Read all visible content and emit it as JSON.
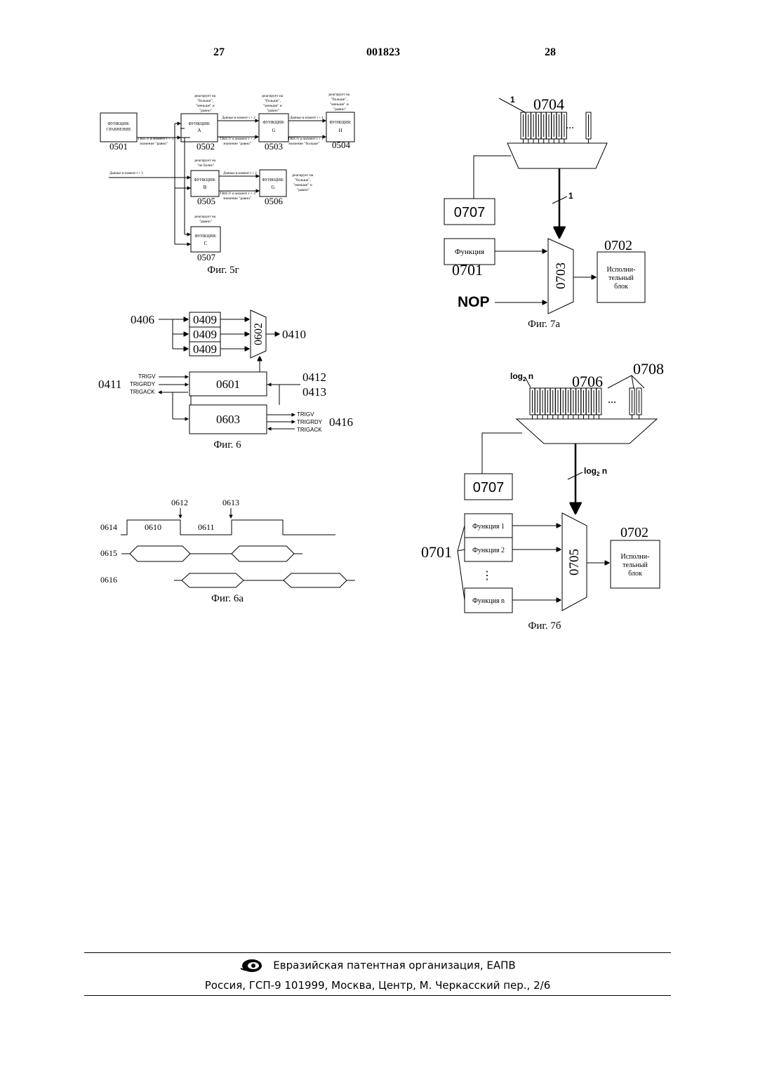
{
  "header": {
    "left_page": "27",
    "doc_number": "001823",
    "right_page": "28"
  },
  "fig5g": {
    "caption": "Фиг. 5г",
    "b0501_text1": "ФУНКЦИЯ:",
    "b0501_text2": "СРАВНЕНИЕ",
    "b0501_id": "0501",
    "bA_text1": "ФУНКЦИЯ:",
    "bA_text2": "A",
    "bA_id": "0502",
    "bG1_text1": "ФУНКЦИЯ:",
    "bG1_text2": "G",
    "bG1_id": "0503",
    "bH_text1": "ФУНКЦИЯ:",
    "bH_text2": "H",
    "bH_id": "0504",
    "bB_text1": "ФУНКЦИЯ:",
    "bB_text2": "B",
    "bB_id": "0505",
    "bG2_text1": "ФУНКЦИЯ:",
    "bG2_text2": "G",
    "bG2_id": "0506",
    "bC_text1": "ФУНКЦИЯ:",
    "bC_text2": "C",
    "bC_id": "0507",
    "noteA": [
      "реагирует на",
      "\"больше\",",
      "\"меньше\" и",
      "\"равно\""
    ],
    "noteG1": [
      "реагирует на",
      "\"больше\",",
      "\"меньше\" и",
      "\"равно\""
    ],
    "noteH": [
      "реагирует на",
      "\"больше\",",
      "\"меньше\" и",
      "\"равно\""
    ],
    "noteB": [
      "реагирует на",
      "\"не более\""
    ],
    "noteG2": [
      "реагирует на",
      "\"больше\",",
      "\"меньше\" и",
      "\"равно\""
    ],
    "noteC": [
      "реагирует на",
      "\"равно\""
    ],
    "trig_main": [
      "TRIGV в момент t + 3",
      "значение \"равно\""
    ],
    "data_AG": "Данные в момент t + 2",
    "trig_AG": [
      "TRIGV в момент t + 2",
      "значение \"равно\""
    ],
    "data_GH": "Данные в момент t + 1",
    "trig_GH": [
      "TRIGV в момент t + 1",
      "значение \"больше\""
    ],
    "data_in": "Данные в момент t + 3",
    "data_BG": "Данные в момент t + 2",
    "trig_BG": [
      "TRIGV в момент t + 2",
      "значение \"равно\""
    ]
  },
  "fig6": {
    "caption": "Фиг. 6",
    "in_label": "0406",
    "reg": "0409",
    "mux": "0602",
    "out_label": "0410",
    "ctrl_left": "0411",
    "box1": "0601",
    "box2": "0603",
    "right1": "0412",
    "right2": "0413",
    "right3": "0416",
    "sig": [
      "TRIGV",
      "TRIGRDY",
      "TRIGACK"
    ]
  },
  "fig6a": {
    "caption": "Фиг. 6а",
    "marker1": "0612",
    "marker2": "0613",
    "row1": "0614",
    "row2": "0615",
    "row3": "0616",
    "seg1": "0610",
    "seg2": "0611"
  },
  "fig7a": {
    "caption": "Фиг. 7а",
    "bus_top": "1",
    "bus_mid": "1",
    "regs": "0704",
    "dots": "...",
    "sel": "0707",
    "func": "Функция",
    "func_id": "0701",
    "nop": "NOP",
    "mux": "0703",
    "exec_id": "0702",
    "exec1": "Исполни-",
    "exec2": "тельный",
    "exec3": "блок"
  },
  "fig7b": {
    "caption": "Фиг. 7б",
    "log_top": "log",
    "sub": "2",
    "n": " n",
    "regs": "0706",
    "regs2": "0708",
    "dots": "...",
    "sel": "0707",
    "func_id": "0701",
    "f1": "Функция 1",
    "f2": "Функция 2",
    "fn": "Функция n",
    "vdots": "⋮",
    "mux": "0705",
    "exec_id": "0702",
    "exec1": "Исполни-",
    "exec2": "тельный",
    "exec3": "блок"
  },
  "footer": {
    "org": "Евразийская патентная организация, ЕАПВ",
    "address": "Россия, ГСП-9 101999, Москва, Центр, М. Черкасский пер., 2/6"
  }
}
